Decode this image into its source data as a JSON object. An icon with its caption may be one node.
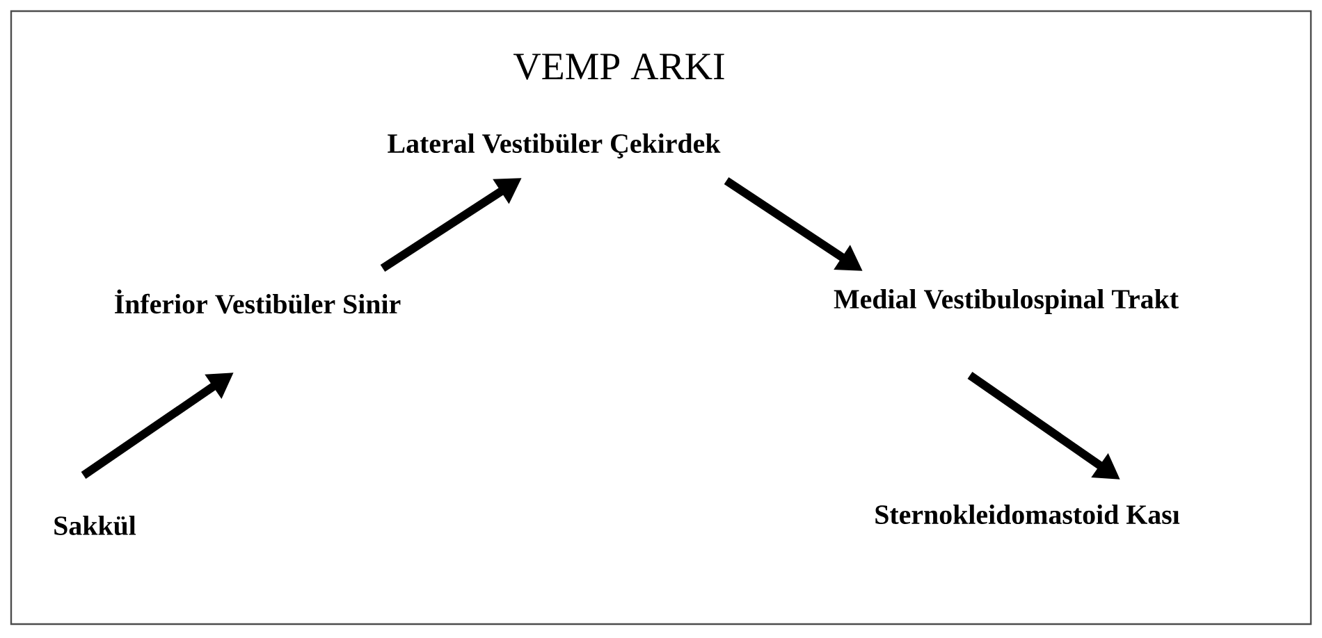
{
  "diagram": {
    "title": "VEMP ARKI",
    "nodes": [
      {
        "text": [
          "Lateral Vestibüler Çekirdek"
        ]
      },
      {
        "text": [
          "İnferior Vestibüler Sinir"
        ]
      },
      {
        "text": [
          "Medial Vestibulospinal Trakt"
        ]
      },
      {
        "text": [
          "Sakkül"
        ]
      },
      {
        "text": [
          "Sternokleidomastoid Kası"
        ]
      }
    ],
    "edges": [
      {
        "from": 3,
        "to": 1,
        "arrow": "to"
      },
      {
        "from": 1,
        "to": 0,
        "arrow": "to"
      },
      {
        "from": 0,
        "to": 2,
        "arrow": "to"
      },
      {
        "from": 2,
        "to": 4,
        "arrow": "to"
      }
    ]
  }
}
